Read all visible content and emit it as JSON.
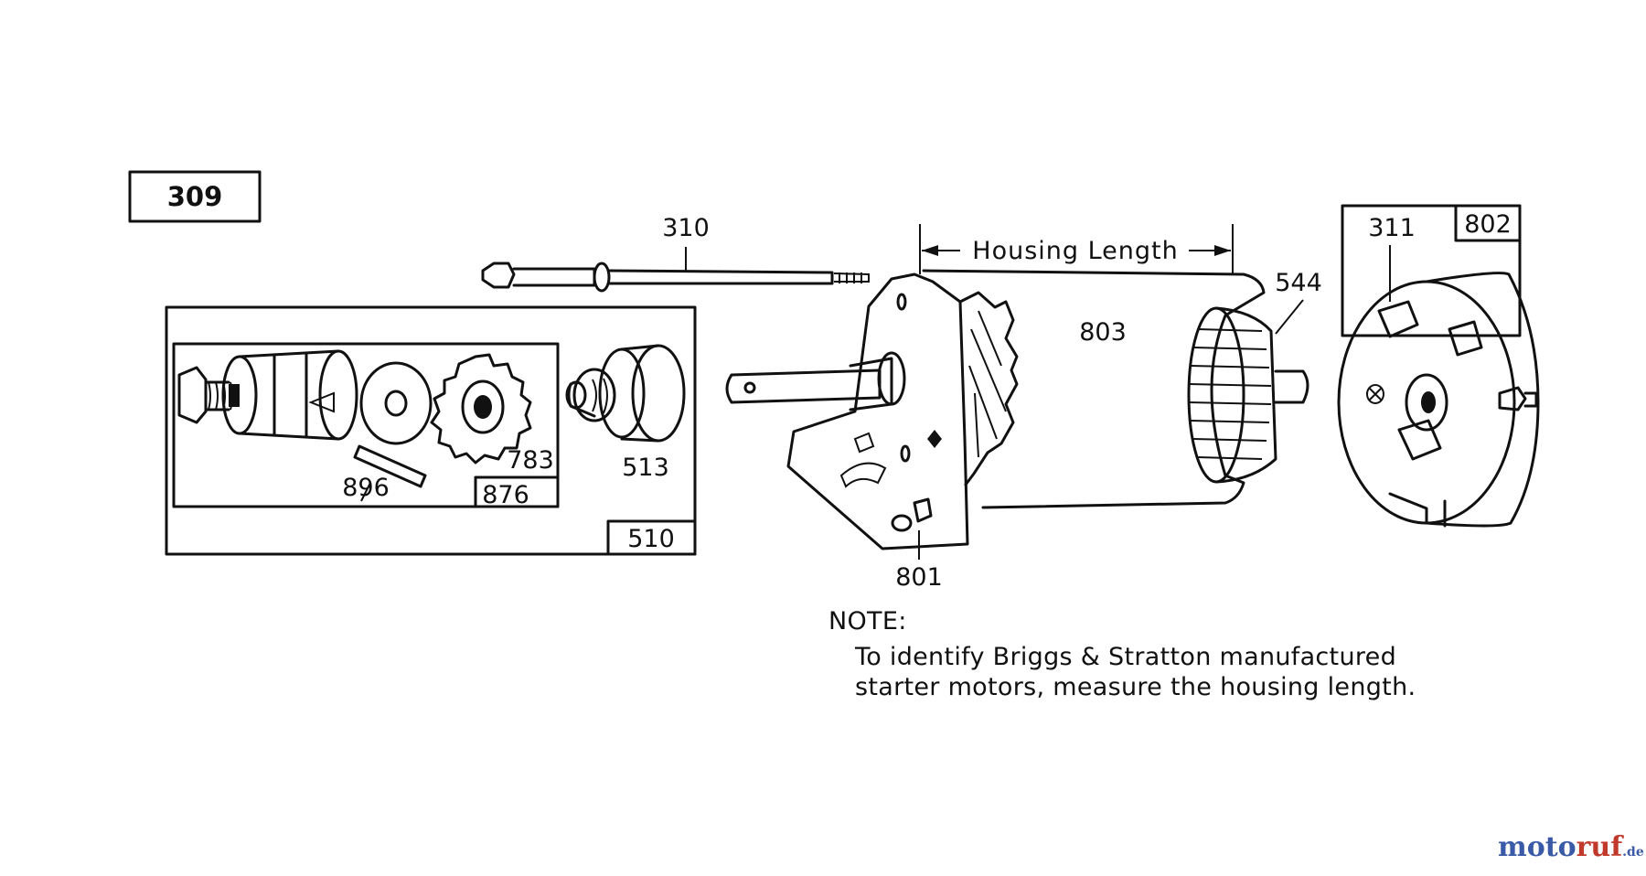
{
  "labels": {
    "p309": "309",
    "p310": "310",
    "p311": "311",
    "p510": "510",
    "p513": "513",
    "p544": "544",
    "p783": "783",
    "p801": "801",
    "p802": "802",
    "p803": "803",
    "p876": "876",
    "p896": "896"
  },
  "dimension": {
    "housing_length": "Housing Length"
  },
  "note": {
    "heading": "NOTE:",
    "line1": "To identify Briggs & Stratton manufactured",
    "line2": "starter motors, measure the housing length."
  },
  "watermark": {
    "part1": "moto",
    "part2": "ruf",
    "suffix": ".de"
  },
  "colors": {
    "ink": "#111111",
    "watermark_blue": "#3a5aa8",
    "watermark_red": "#c0392b",
    "background": "#ffffff"
  }
}
